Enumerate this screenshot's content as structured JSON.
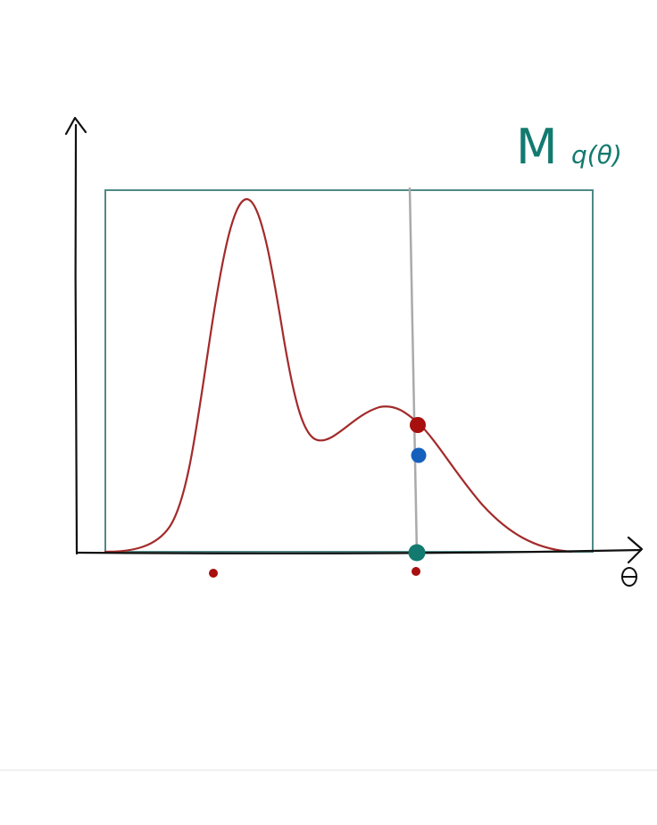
{
  "diagram": {
    "envelope_label": {
      "main": "M",
      "sub": "q(θ)"
    },
    "x_axis_label": "θ",
    "colors": {
      "axis": "#111111",
      "envelope_box": "#4f8a86",
      "curve": "#a32a2a",
      "sample_line": "#aaaaaa",
      "point_on_curve": "#a80f0f",
      "point_uniform": "#1560bd",
      "point_axis": "#137a6f",
      "label_teal": "#137a6f",
      "samples_below": "#a80f0f"
    }
  }
}
